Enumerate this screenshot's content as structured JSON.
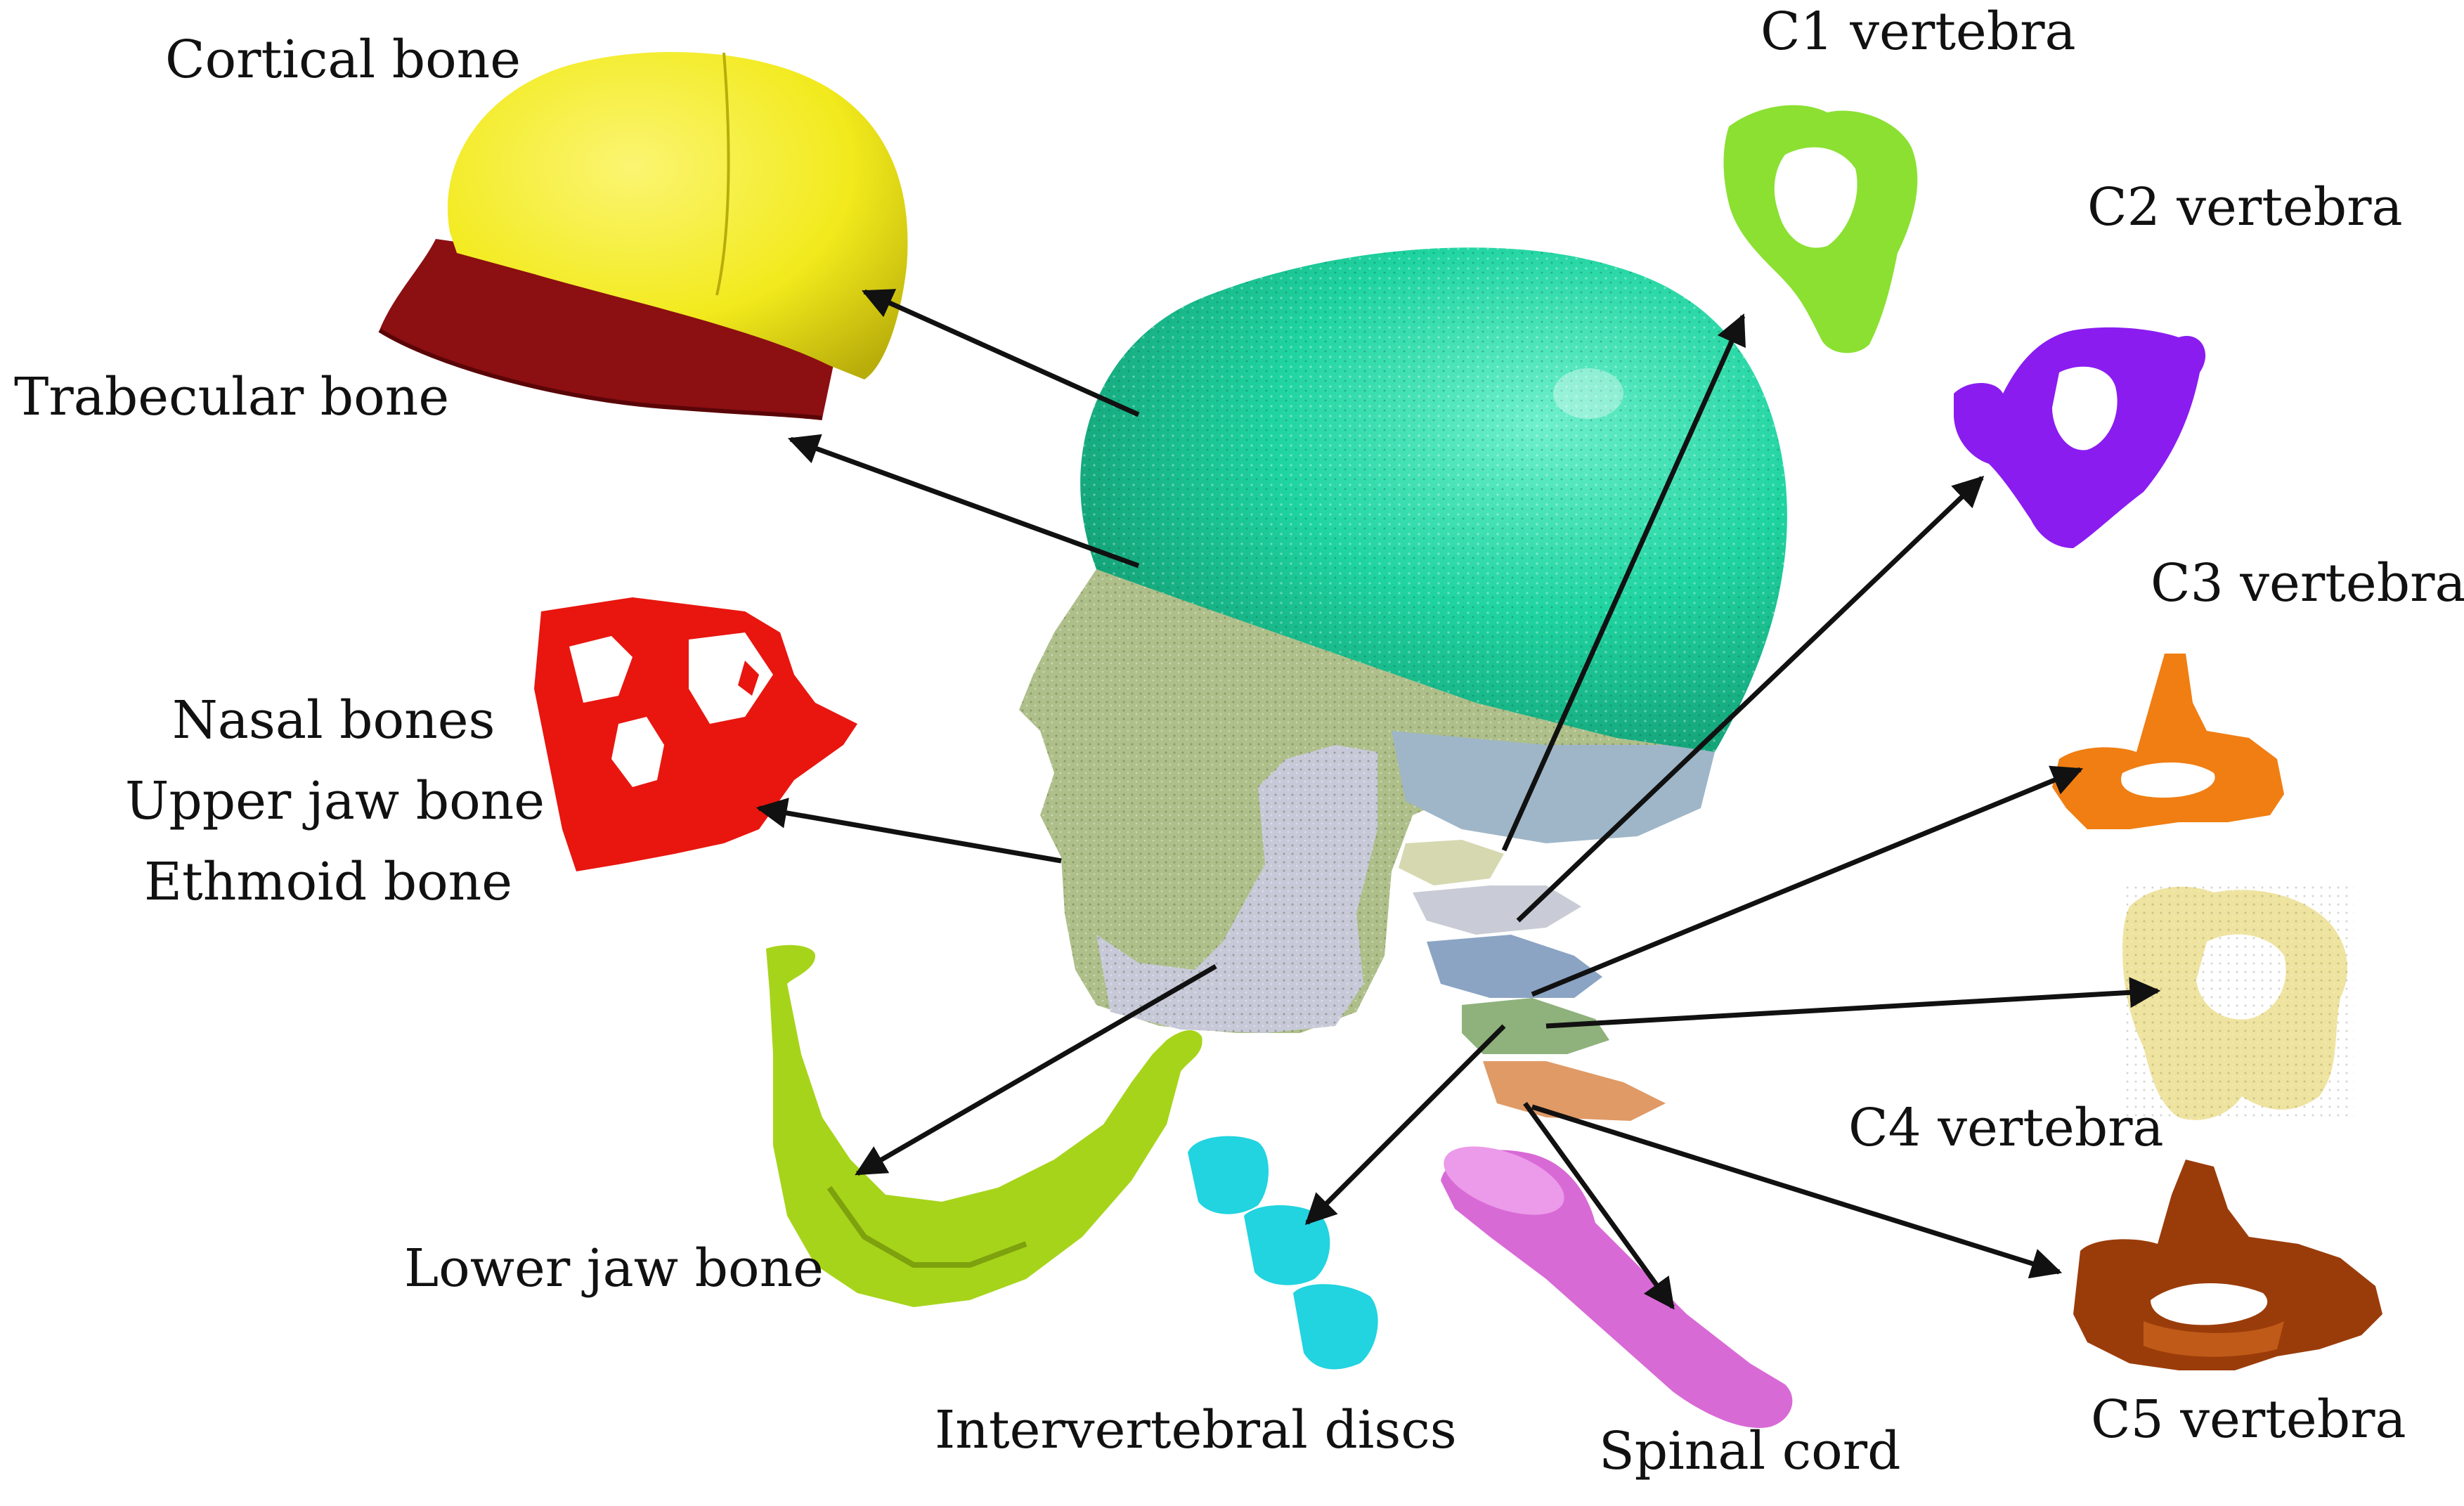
{
  "labels": {
    "cortical": "Cortical bone",
    "trabecular": "Trabecular bone",
    "nasal": "Nasal bones",
    "upper_jaw": "Upper jaw bone",
    "ethmoid": "Ethmoid bone",
    "lower_jaw": "Lower jaw bone",
    "discs": "Intervertebral discs",
    "spinal_cord": "Spinal cord",
    "c1": "C1 vertebra",
    "c2": "C2 vertebra",
    "c3": "C3 vertebra",
    "c4": "C4 vertebra",
    "c5": "C5 vertebra"
  },
  "colors": {
    "cortical_bone": "#f2ea1c",
    "trabecular_bone": "#8c0f12",
    "skull_mesh": "#1fd4a0",
    "face_mesh": "#aebf8a",
    "nasal_maxilla_ethmoid": "#e8160f",
    "mandible": "#a6d41a",
    "discs": "#22d3e0",
    "spinal_cord": "#d86ad6",
    "c1": "#8be032",
    "c2": "#8a1cf0",
    "c3": "#f07e12",
    "c4": "#efe3a0",
    "c5": "#9a3c0a",
    "arrows": "#111111"
  }
}
